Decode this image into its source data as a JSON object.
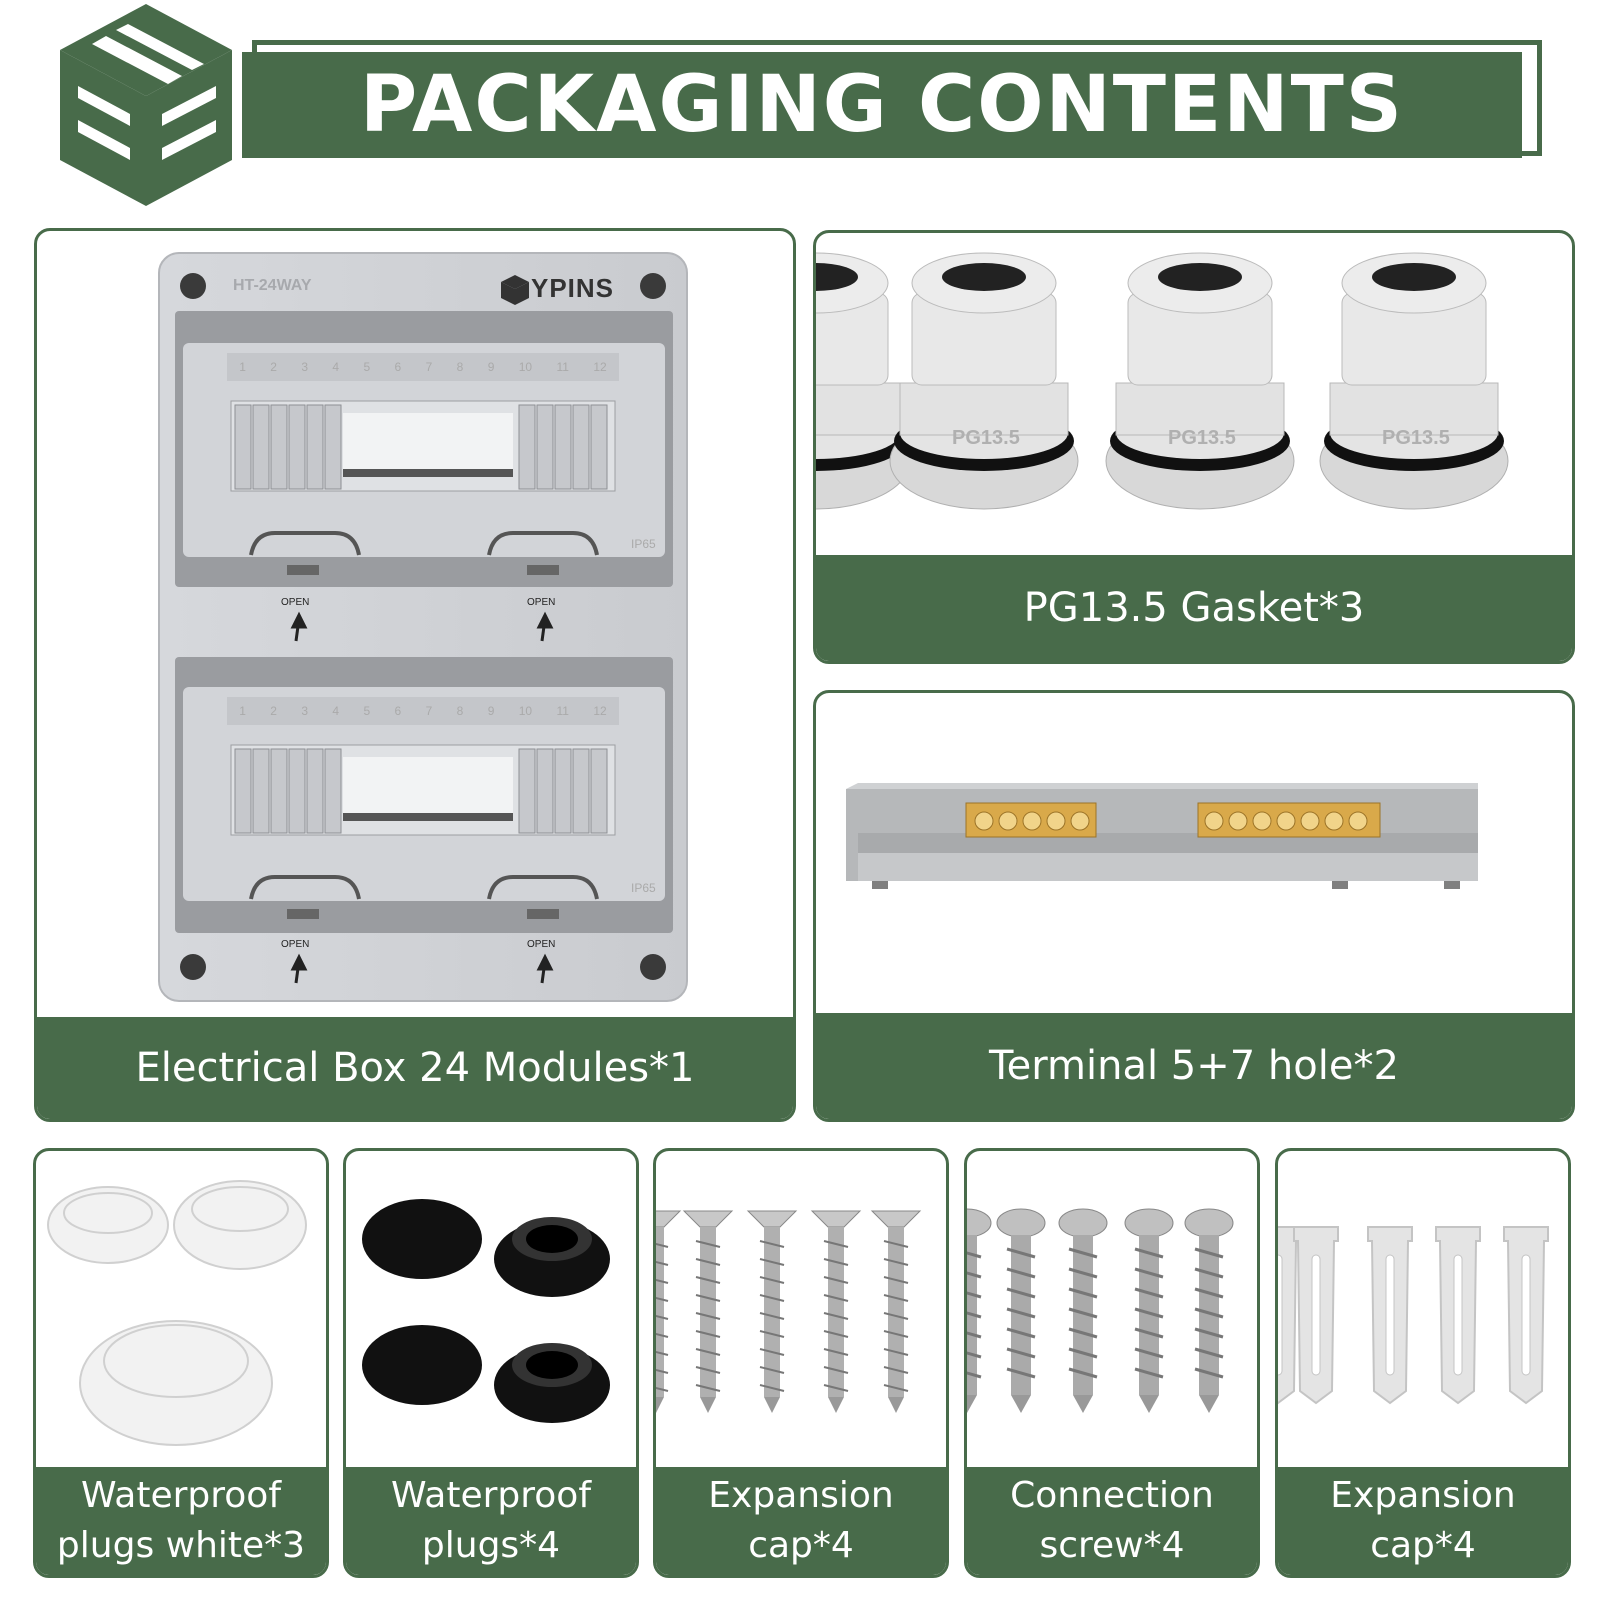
{
  "header": {
    "title": "PACKAGING CONTENTS",
    "accent_color": "#486b4a",
    "logo_icon": "stacked-box-logo-icon"
  },
  "items": {
    "electrical_box": {
      "label": "Electrical Box 24 Modules*1",
      "model_text": "HT-24WAY",
      "brand_text": "YPINS",
      "rating_text": "IP65",
      "open_text": "OPEN",
      "slot_numbers": [
        "1",
        "2",
        "3",
        "4",
        "5",
        "6",
        "7",
        "8",
        "9",
        "10",
        "11",
        "12"
      ]
    },
    "gasket": {
      "label": "PG13.5 Gasket*3",
      "part_text": "PG13.5"
    },
    "terminal": {
      "label": "Terminal 5+7 hole*2"
    },
    "plugs_white": {
      "label_line1": "Waterproof",
      "label_line2": "plugs white*3"
    },
    "plugs_black": {
      "label_line1": "Waterproof",
      "label_line2": "plugs*4"
    },
    "expansion_screw": {
      "label_line1": "Expansion",
      "label_line2": "cap*4"
    },
    "connection_screw": {
      "label_line1": "Connection",
      "label_line2": "screw*4"
    },
    "expansion_cap": {
      "label_line1": "Expansion",
      "label_line2": "cap*4"
    }
  }
}
